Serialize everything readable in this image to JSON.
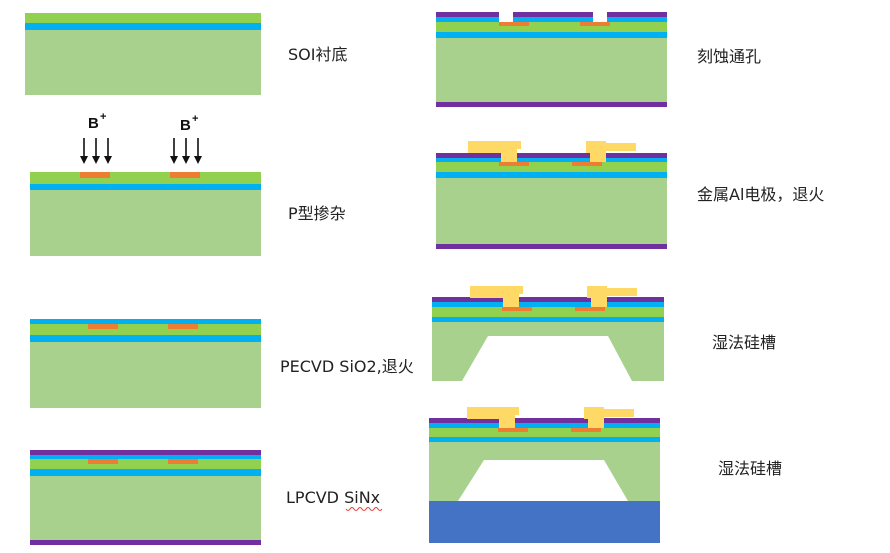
{
  "colors": {
    "substrate": "#a9d18e",
    "top_si": "#92d050",
    "buried_oxide": "#00b0f0",
    "doped": "#ed7d31",
    "sio2": "#00b0f0",
    "sinx": "#7030a0",
    "aluminum": "#ffd966",
    "base_glass": "#4472c4",
    "arrow": "#111111"
  },
  "ion": {
    "symbol": "B",
    "charge": "+"
  },
  "steps": [
    {
      "label": "SOI衬底"
    },
    {
      "label": "P型掺杂"
    },
    {
      "label": "PECVD SiO2,退火"
    },
    {
      "label": "LPCVD SiNx"
    },
    {
      "label": "刻蚀通孔"
    },
    {
      "label": "金属Al电极，退火"
    },
    {
      "label": "湿法硅槽"
    },
    {
      "label": "湿法硅槽"
    }
  ]
}
